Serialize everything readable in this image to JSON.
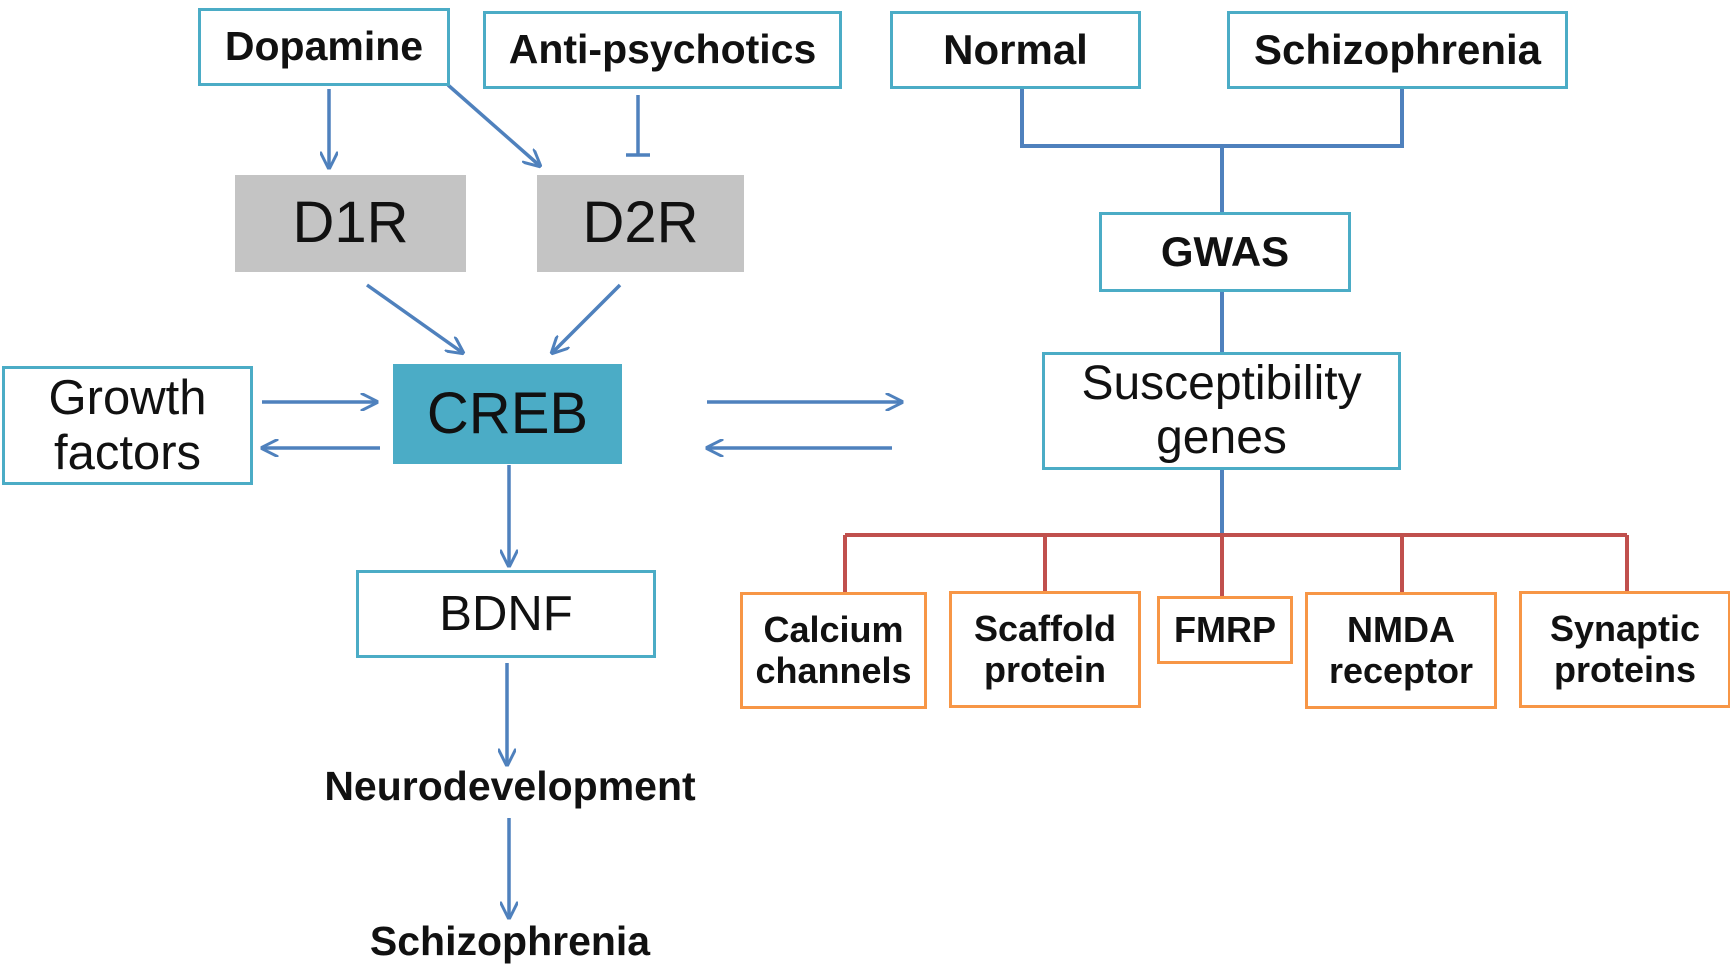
{
  "colors": {
    "box_border_teal": "#4bacc6",
    "box_border_orange": "#f79646",
    "receptor_fill": "#c4c4c4",
    "creb_fill": "#4bacc6",
    "arrow_blue": "#4f81bd",
    "tree_red": "#c0504d"
  },
  "nodes": {
    "dopamine": "Dopamine",
    "antipsychotics": "Anti-psychotics",
    "normal": "Normal",
    "schizophrenia_top": "Schizophrenia",
    "d1r": "D1R",
    "d2r": "D2R",
    "gwas": "GWAS",
    "growth_factors": "Growth factors",
    "creb": "CREB",
    "susceptibility_genes": "Susceptibility genes",
    "bdnf": "BDNF",
    "neurodevelopment": "Neurodevelopment",
    "schizophrenia_bottom": "Schizophrenia"
  },
  "gene_categories": [
    "Calcium channels",
    "Scaffold protein",
    "FMRP",
    "NMDA receptor",
    "Synaptic proteins"
  ]
}
